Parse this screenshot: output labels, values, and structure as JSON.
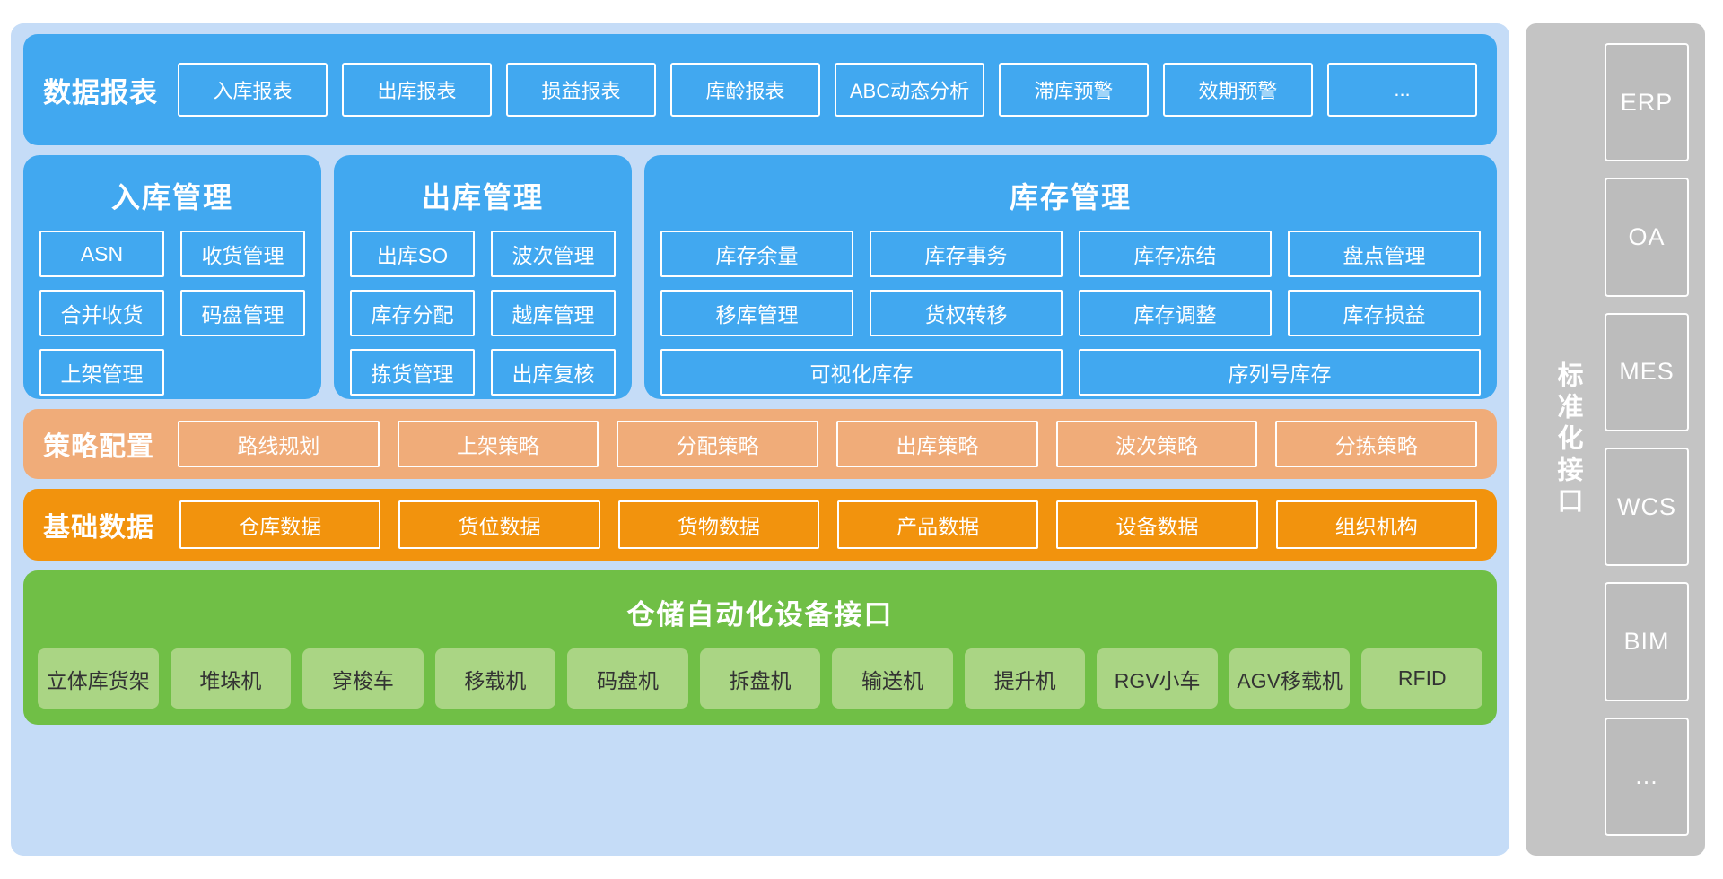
{
  "colors": {
    "panel_bg": "#c5dcf7",
    "blue": "#41a8f0",
    "orange_light": "#f0ac79",
    "orange": "#f2930d",
    "green": "#70bf46",
    "green_chip": "#aad584",
    "gray": "#c4c4c4"
  },
  "reports": {
    "title": "数据报表",
    "items": [
      "入库报表",
      "出库报表",
      "损益报表",
      "库龄报表",
      "ABC动态分析",
      "滞库预警",
      "效期预警",
      "..."
    ]
  },
  "management": {
    "inbound": {
      "title": "入库管理",
      "items": [
        "ASN",
        "收货管理",
        "合并收货",
        "码盘管理",
        "上架管理"
      ]
    },
    "outbound": {
      "title": "出库管理",
      "items": [
        "出库SO",
        "波次管理",
        "库存分配",
        "越库管理",
        "拣货管理",
        "出库复核"
      ]
    },
    "inventory": {
      "title": "库存管理",
      "items": [
        "库存余量",
        "库存事务",
        "库存冻结",
        "盘点管理",
        "移库管理",
        "货权转移",
        "库存调整",
        "库存损益"
      ],
      "wide_items": [
        "可视化库存",
        "序列号库存"
      ]
    }
  },
  "policy": {
    "title": "策略配置",
    "items": [
      "路线规划",
      "上架策略",
      "分配策略",
      "出库策略",
      "波次策略",
      "分拣策略"
    ]
  },
  "base_data": {
    "title": "基础数据",
    "items": [
      "仓库数据",
      "货位数据",
      "货物数据",
      "产品数据",
      "设备数据",
      "组织机构"
    ]
  },
  "equipment": {
    "title": "仓储自动化设备接口",
    "items": [
      "立体库货架",
      "堆垛机",
      "穿梭车",
      "移载机",
      "码盘机",
      "拆盘机",
      "输送机",
      "提升机",
      "RGV小车",
      "AGV移载机",
      "RFID"
    ]
  },
  "interface": {
    "title": "标准化接口",
    "items": [
      "ERP",
      "OA",
      "MES",
      "WCS",
      "BIM",
      "..."
    ]
  }
}
